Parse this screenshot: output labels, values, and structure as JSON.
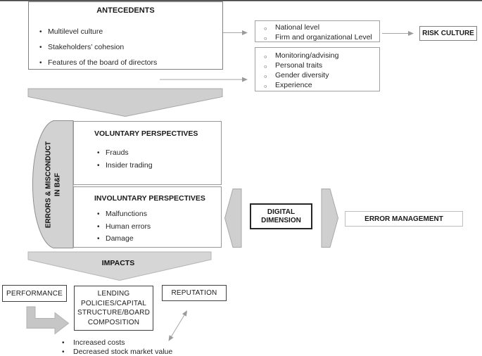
{
  "antecedents": {
    "title": "ANTECEDENTS",
    "items": [
      "Multilevel culture",
      "Stakeholders’ cohesion",
      "Features of the board of directors"
    ]
  },
  "levels_box": {
    "items": [
      "National level",
      "Firm and organizational Level"
    ]
  },
  "risk_culture": {
    "label": "RISK CULTURE"
  },
  "traits_box": {
    "items": [
      "Monitoring/advising",
      "Personal traits",
      "Gender diversity",
      "Experience"
    ]
  },
  "errors_banner": {
    "line1": "ERRORS & MISCONDUCT",
    "line2": "IN B&F"
  },
  "voluntary": {
    "title": "VOLUNTARY PERSPECTIVES",
    "items": [
      "Frauds",
      "Insider trading"
    ]
  },
  "involuntary": {
    "title": "INVOLUNTARY PERSPECTIVES",
    "items": [
      "Malfunctions",
      "Human errors",
      "Damage"
    ]
  },
  "digital_dimension": {
    "line1": "DIGITAL",
    "line2": "DIMENSION"
  },
  "error_management": {
    "label": "ERROR MANAGEMENT"
  },
  "impacts": {
    "label": "IMPACTS"
  },
  "performance": {
    "label": "PERFORMANCE"
  },
  "lending": {
    "lines": [
      "LENDING",
      "POLICIES/CAPITAL",
      "STRUCTURE/BOARD",
      "COMPOSITION"
    ]
  },
  "reputation": {
    "label": "REPUTATION"
  },
  "outcomes": {
    "items": [
      "Increased costs",
      "Decreased stock market value"
    ]
  },
  "glyphs": {
    "dot": "•",
    "circle": "○"
  },
  "colors": {
    "shape_fill": "#cfcfcf",
    "shape_stroke": "#a8a8a8",
    "impacts_fill": "#d6d6d6",
    "banner_fill": "#d2d2d2",
    "connector": "#a6a6a6",
    "dark_border": "#404040",
    "black_border": "#262626"
  }
}
